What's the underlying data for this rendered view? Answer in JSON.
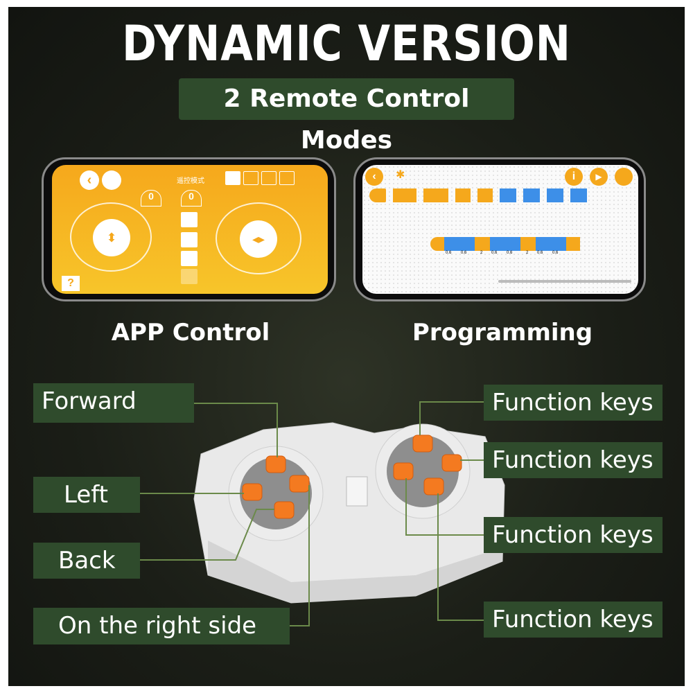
{
  "title": "DYNAMIC VERSION",
  "subtitle": "2 Remote Control Modes",
  "app_screen": {
    "mode_title": "遥控模式",
    "speed_left": "0",
    "speed_right": "0",
    "help": "?"
  },
  "prog_screen": {
    "block_values": [
      "0.6",
      "0.6",
      "2",
      "0.6",
      "0.6",
      "2",
      "0.6",
      "0.6"
    ]
  },
  "captions": {
    "app": "APP Control",
    "programming": "Programming"
  },
  "labels": {
    "forward": "Forward",
    "left": "Left",
    "back": "Back",
    "right_side": "On the right side",
    "function_keys": [
      "Function keys",
      "Function keys",
      "Function keys",
      "Function keys"
    ]
  },
  "colors": {
    "label_bg": "#2f4b2c",
    "app_orange": "#f5b01e",
    "button_orange": "#f47a20"
  }
}
